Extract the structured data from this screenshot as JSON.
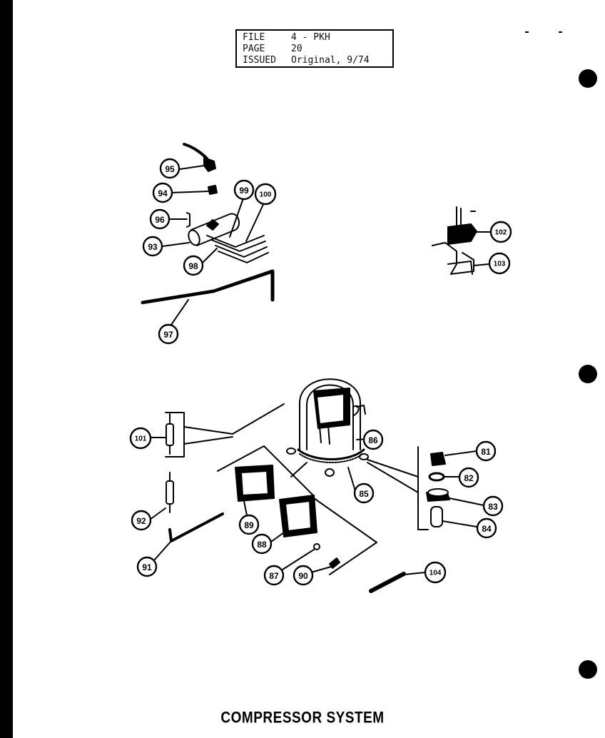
{
  "header": {
    "rows": [
      {
        "key": "FILE",
        "value": "4 - PKH"
      },
      {
        "key": "PAGE",
        "value": "20"
      },
      {
        "key": "ISSUED",
        "value": "Original, 9/74"
      }
    ]
  },
  "title": "COMPRESSOR SYSTEM",
  "callouts": {
    "c95": "95",
    "c94a": "94",
    "c99": "99",
    "c100": "100",
    "c96": "96",
    "c93a": "93",
    "c98": "98",
    "c97": "97",
    "c102": "102",
    "c103": "103",
    "c101": "101",
    "c86a": "86",
    "c81": "81",
    "c82a": "82",
    "c85": "85",
    "c83b": "83",
    "c84b": "84",
    "c92": "92",
    "c89": "89",
    "c88": "88",
    "c91": "91",
    "c87": "87",
    "c90": "90",
    "c104": "104"
  }
}
